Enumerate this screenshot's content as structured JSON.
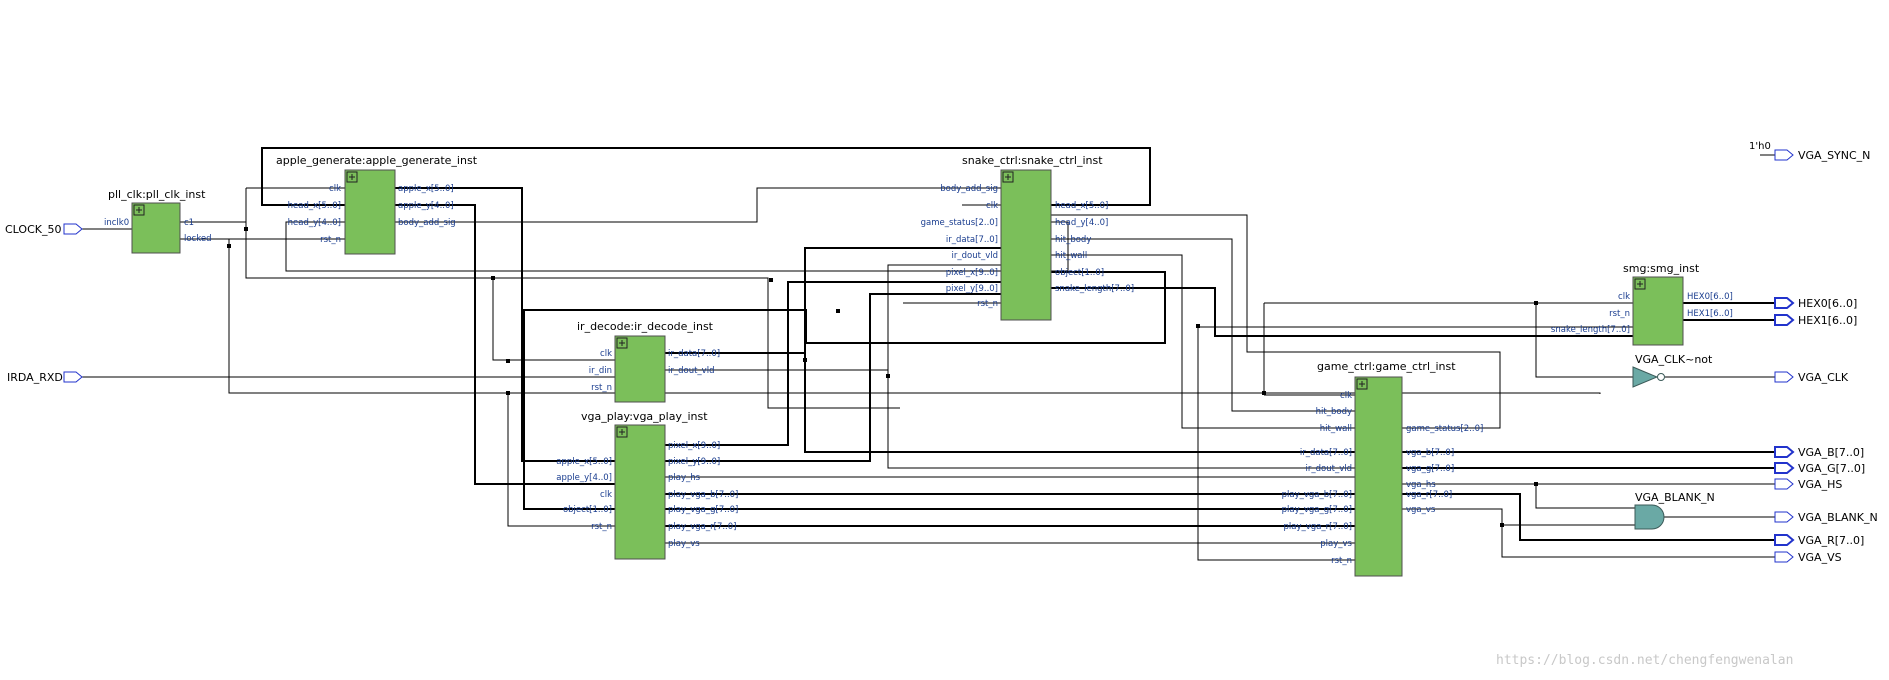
{
  "colors": {
    "block_fill": "#7bbf5a",
    "block_stroke": "#4f4f4f",
    "gate_fill": "#6aa9a5",
    "pin_stroke": "#2233cc",
    "port_text": "#1a3d8f",
    "wire": "#000000"
  },
  "inputs": [
    {
      "id": "clock_50",
      "label": "CLOCK_50"
    },
    {
      "id": "irda_rxd",
      "label": "IRDA_RXD"
    }
  ],
  "constant": {
    "label": "1'h0"
  },
  "outputs": [
    {
      "id": "vga_sync_n",
      "label": "VGA_SYNC_N"
    },
    {
      "id": "hex0",
      "label": "HEX0[6..0]"
    },
    {
      "id": "hex1",
      "label": "HEX1[6..0]"
    },
    {
      "id": "vga_clk",
      "label": "VGA_CLK"
    },
    {
      "id": "vga_b",
      "label": "VGA_B[7..0]"
    },
    {
      "id": "vga_g",
      "label": "VGA_G[7..0]"
    },
    {
      "id": "vga_hs",
      "label": "VGA_HS"
    },
    {
      "id": "vga_blank_n",
      "label": "VGA_BLANK_N"
    },
    {
      "id": "vga_r",
      "label": "VGA_R[7..0]"
    },
    {
      "id": "vga_vs",
      "label": "VGA_VS"
    }
  ],
  "gates": [
    {
      "id": "vga_clk_not",
      "label": "VGA_CLK~not",
      "icon": "not-gate-icon"
    },
    {
      "id": "vga_blank_and",
      "label": "VGA_BLANK_N",
      "icon": "and-gate-icon"
    }
  ],
  "blocks": [
    {
      "id": "pll_clk",
      "title": "pll_clk:pll_clk_inst",
      "inputs": [
        "inclk0"
      ],
      "outputs": [
        "c1",
        "locked"
      ]
    },
    {
      "id": "apple_generate",
      "title": "apple_generate:apple_generate_inst",
      "inputs": [
        "clk",
        "head_x[5..0]",
        "head_y[4..0]",
        "rst_n"
      ],
      "outputs": [
        "apple_x[5..0]",
        "apple_y[4..0]",
        "body_add_sig"
      ]
    },
    {
      "id": "snake_ctrl",
      "title": "snake_ctrl:snake_ctrl_inst",
      "inputs": [
        "body_add_sig",
        "clk",
        "game_status[2..0]",
        "ir_data[7..0]",
        "ir_dout_vld",
        "pixel_x[9..0]",
        "pixel_y[9..0]",
        "rst_n"
      ],
      "outputs": [
        "head_x[5..0]",
        "head_y[4..0]",
        "hit_body",
        "hit_wall",
        "object[1..0]",
        "snake_length[7..0]"
      ]
    },
    {
      "id": "ir_decode",
      "title": "ir_decode:ir_decode_inst",
      "inputs": [
        "clk",
        "ir_din",
        "rst_n"
      ],
      "outputs": [
        "ir_data[7..0]",
        "ir_dout_vld"
      ]
    },
    {
      "id": "vga_play",
      "title": "vga_play:vga_play_inst",
      "inputs": [
        "apple_x[5..0]",
        "apple_y[4..0]",
        "clk",
        "object[1..0]",
        "rst_n"
      ],
      "outputs": [
        "pixel_x[9..0]",
        "pixel_y[9..0]",
        "play_hs",
        "play_vga_b[7..0]",
        "play_vga_g[7..0]",
        "play_vga_r[7..0]",
        "play_vs"
      ]
    },
    {
      "id": "smg",
      "title": "smg:smg_inst",
      "inputs": [
        "clk",
        "rst_n",
        "snake_length[7..0]"
      ],
      "outputs": [
        "HEX0[6..0]",
        "HEX1[6..0]"
      ]
    },
    {
      "id": "game_ctrl",
      "title": "game_ctrl:game_ctrl_inst",
      "inputs": [
        "clk",
        "hit_body",
        "hit_wall",
        "ir_data[7..0]",
        "ir_dout_vld",
        "play_hs",
        "play_vga_b[7..0]",
        "play_vga_g[7..0]",
        "play_vga_r[7..0]",
        "play_vs",
        "rst_n"
      ],
      "outputs": [
        "game_status[2..0]",
        "vga_b[7..0]",
        "vga_g[7..0]",
        "vga_hs",
        "vga_r[7..0]",
        "vga_vs"
      ]
    }
  ],
  "watermark": "https://blog.csdn.net/chengfengwenalan"
}
